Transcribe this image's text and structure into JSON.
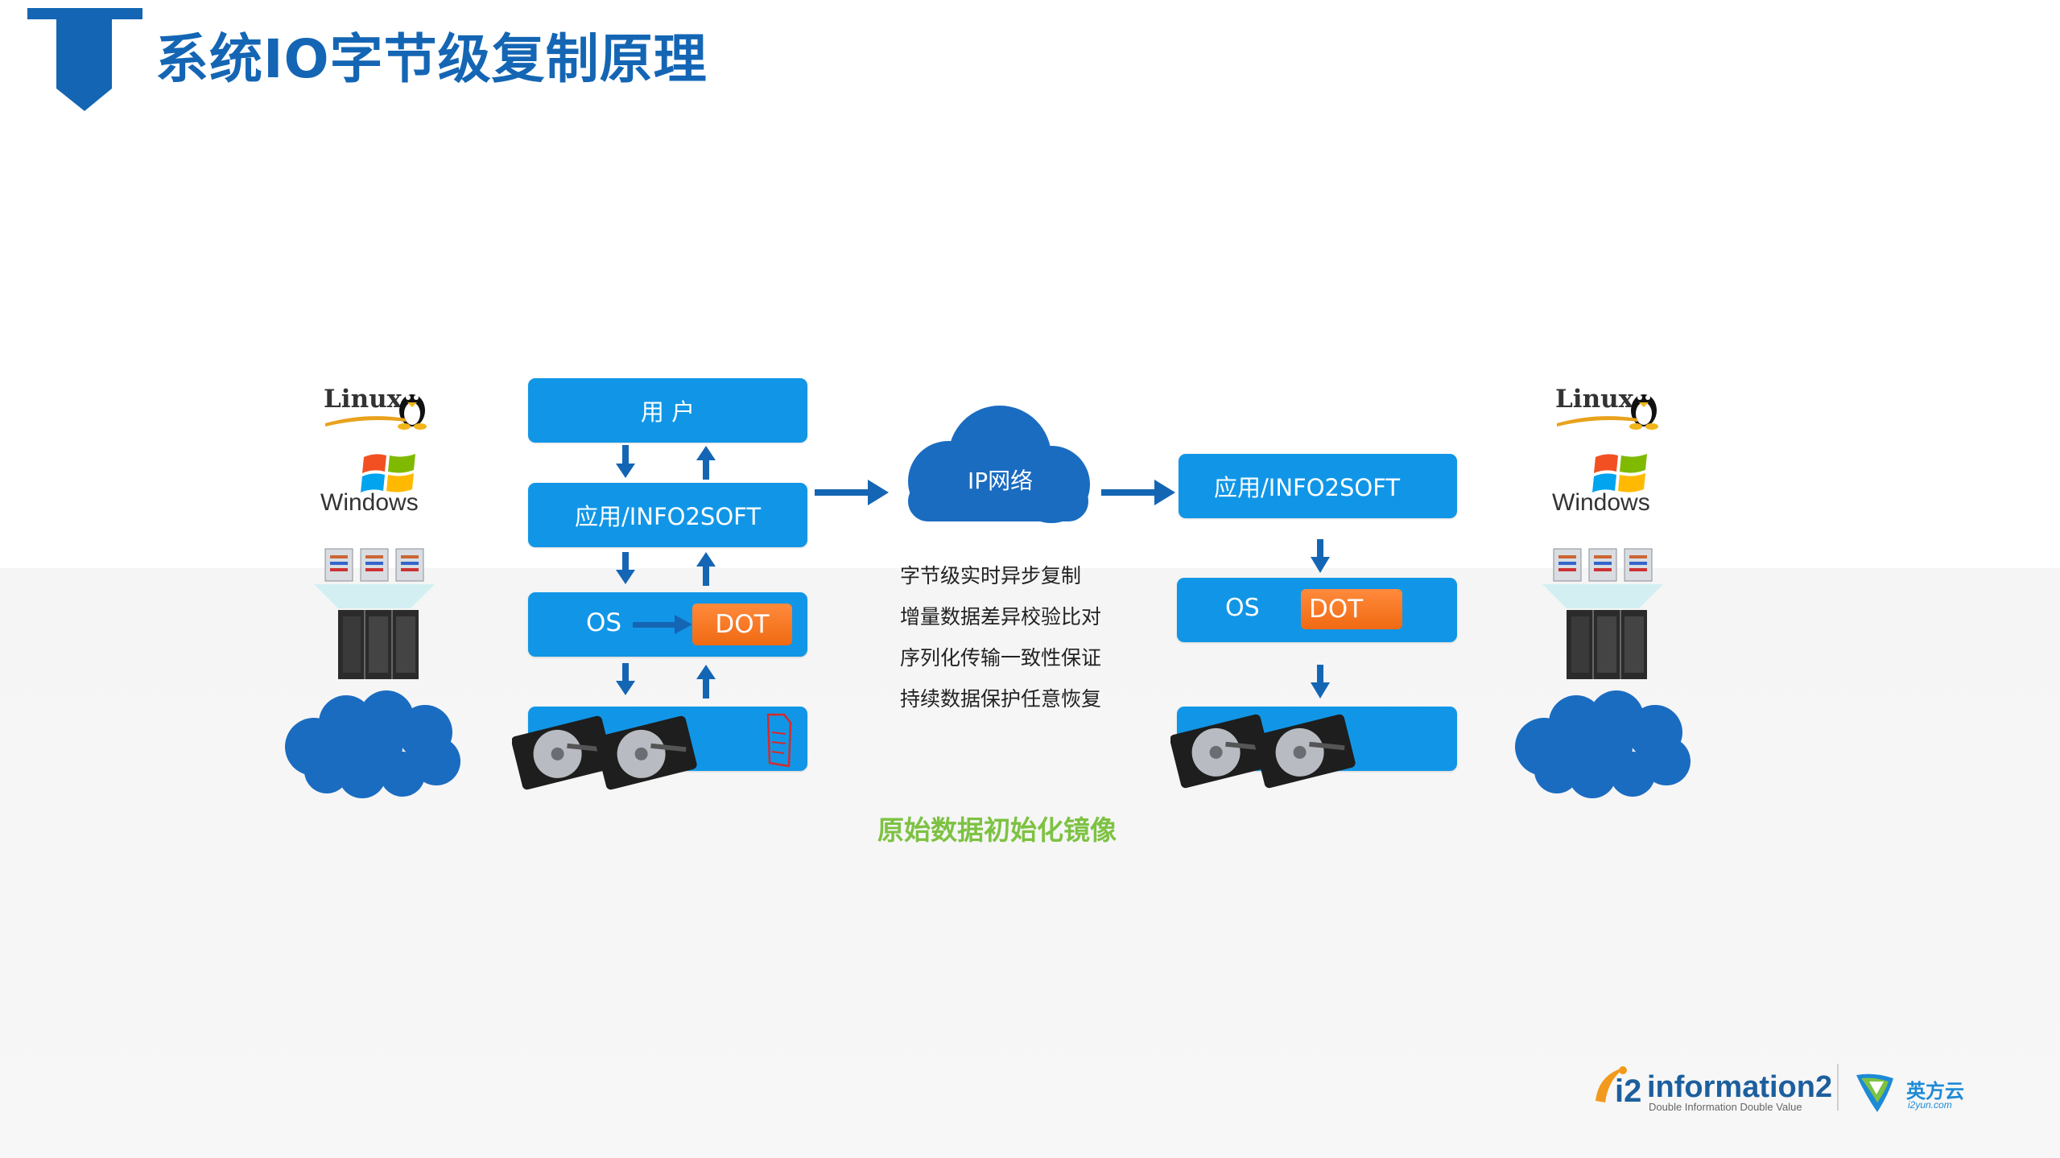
{
  "slide": {
    "title": "系统IO字节级复制原理",
    "accent_color": "#1466b4",
    "box_color": "#1196e7",
    "cloud_color": "#1a6cc1",
    "dot_color": "#f47a26",
    "caption_color": "#7dc242"
  },
  "left_stack": {
    "user_label": "用 户",
    "app_label": "应用/INFO2SOFT",
    "os_label": "OS",
    "dot_label": "DOT"
  },
  "network": {
    "label": "IP网络"
  },
  "right_stack": {
    "app_label": "应用/INFO2SOFT",
    "os_label": "OS",
    "dot_label": "DOT"
  },
  "features": [
    "字节级实时异步复制",
    "增量数据差异校验比对",
    "序列化传输一致性保证",
    "持续数据保护任意恢复"
  ],
  "caption": "原始数据初始化镜像",
  "platform_logos": {
    "linux": "Linux",
    "windows": "Windows"
  },
  "footer": {
    "brand_prefix": "i2",
    "brand_name": "information2",
    "brand_tagline": "Double Information Double Value",
    "partner_name": "英方云",
    "partner_site": "i2yun.com"
  }
}
